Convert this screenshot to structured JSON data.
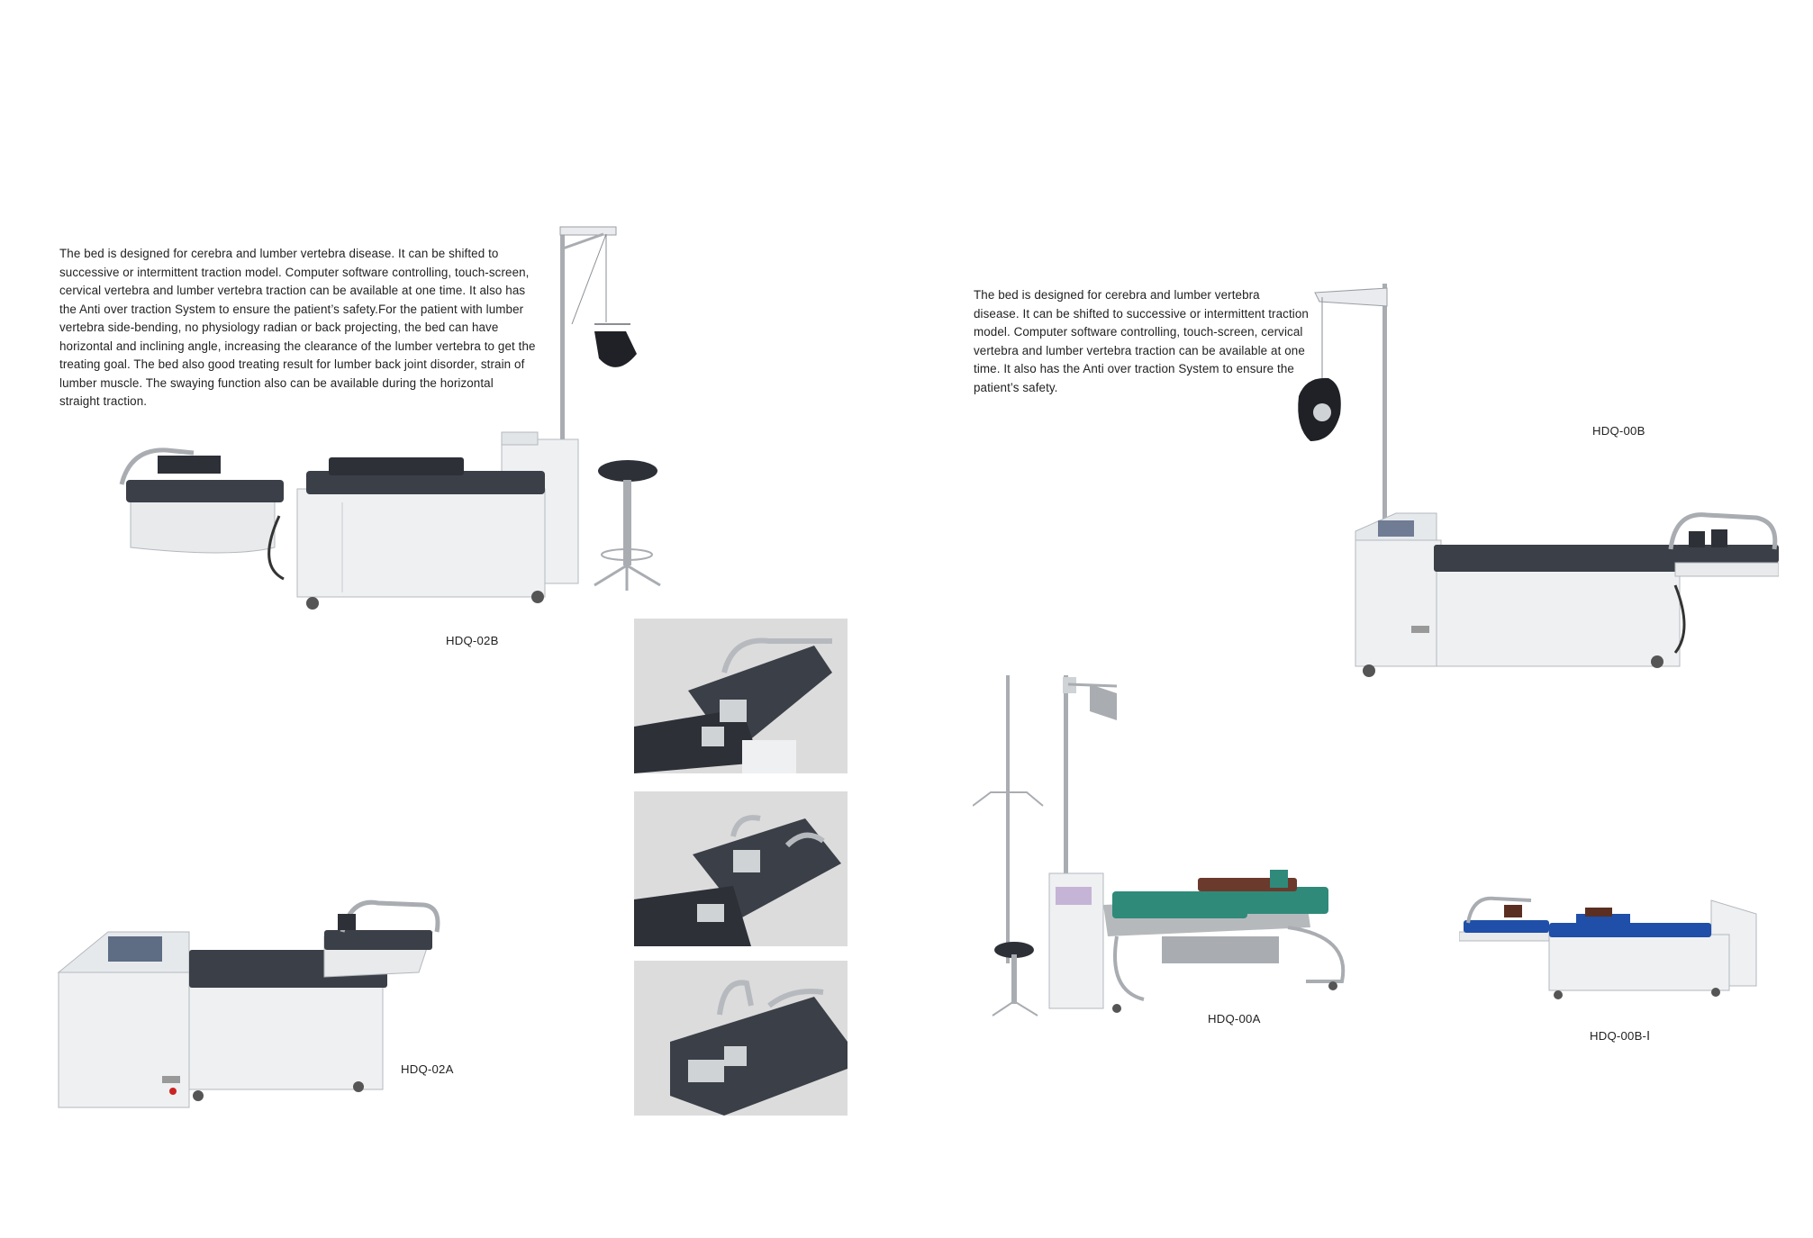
{
  "page": {
    "left": {
      "description": "The bed is designed for cerebra and lumber vertebra disease. It can be shifted to successive or intermittent traction model. Computer software controlling, touch-screen, cervical vertebra and lumber vertebra traction can be available at one time. It also has the Anti over traction System to ensure the patient’s safety.For the patient with lumber vertebra side-bending, no physiology radian or back projecting, the bed can have horizontal and inclining angle, increasing the clearance of the lumber vertebra to get the treating goal. The bed also good treating result for lumber back joint disorder, strain of lumber muscle. The swaying function also can be available during the horizontal straight traction.",
      "models": {
        "top": "HDQ-02B",
        "bottom": "HDQ-02A"
      }
    },
    "right": {
      "description": "The bed is designed for cerebra and lumber vertebra disease.   It can be shifted to successive or intermittent traction model. Computer software controlling, touch-screen, cervical vertebra and lumber vertebra traction can be available at one time. It also has the Anti over traction System to ensure the patient’s safety.",
      "models": {
        "top": "HDQ-00B",
        "middle": "HDQ-00A",
        "small": "HDQ-00B-Ⅰ"
      }
    }
  },
  "colors": {
    "background": "#ffffff",
    "text": "#222222",
    "cabinet": "#eef0f2",
    "cushion_dark": "#3b3f47",
    "cushion_green": "#2f8a7a",
    "cushion_blue": "#1f4fa8",
    "steel": "#a9adb2",
    "photo_bg": "#dcdcdc"
  }
}
